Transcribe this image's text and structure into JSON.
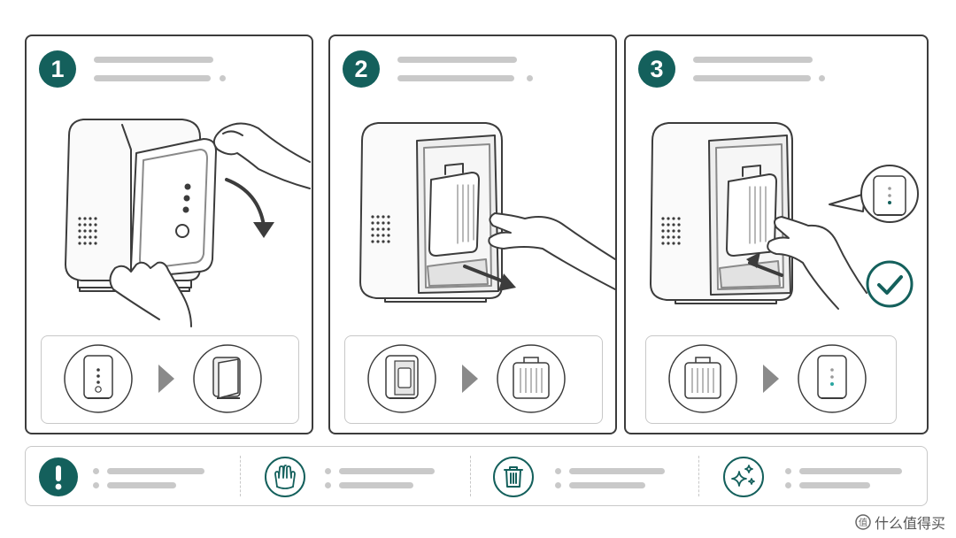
{
  "steps": [
    {
      "number": "1"
    },
    {
      "number": "2"
    },
    {
      "number": "3"
    }
  ],
  "icons": {
    "step1_compare": [
      "device-closed-icon",
      "device-cover-open-icon"
    ],
    "step2_compare": [
      "device-open-filter-icon",
      "filter-cartridge-icon"
    ],
    "step3_compare": [
      "filter-cartridge-icon",
      "device-ready-icon"
    ],
    "footer": [
      "warning-icon",
      "hands-icon",
      "trash-bin-icon",
      "sparkle-clean-icon"
    ]
  },
  "colors": {
    "accent": "#14605c",
    "outline": "#3c3c3c",
    "placeholder": "#c9c9c9"
  },
  "watermark": {
    "text": "什么值得买"
  }
}
